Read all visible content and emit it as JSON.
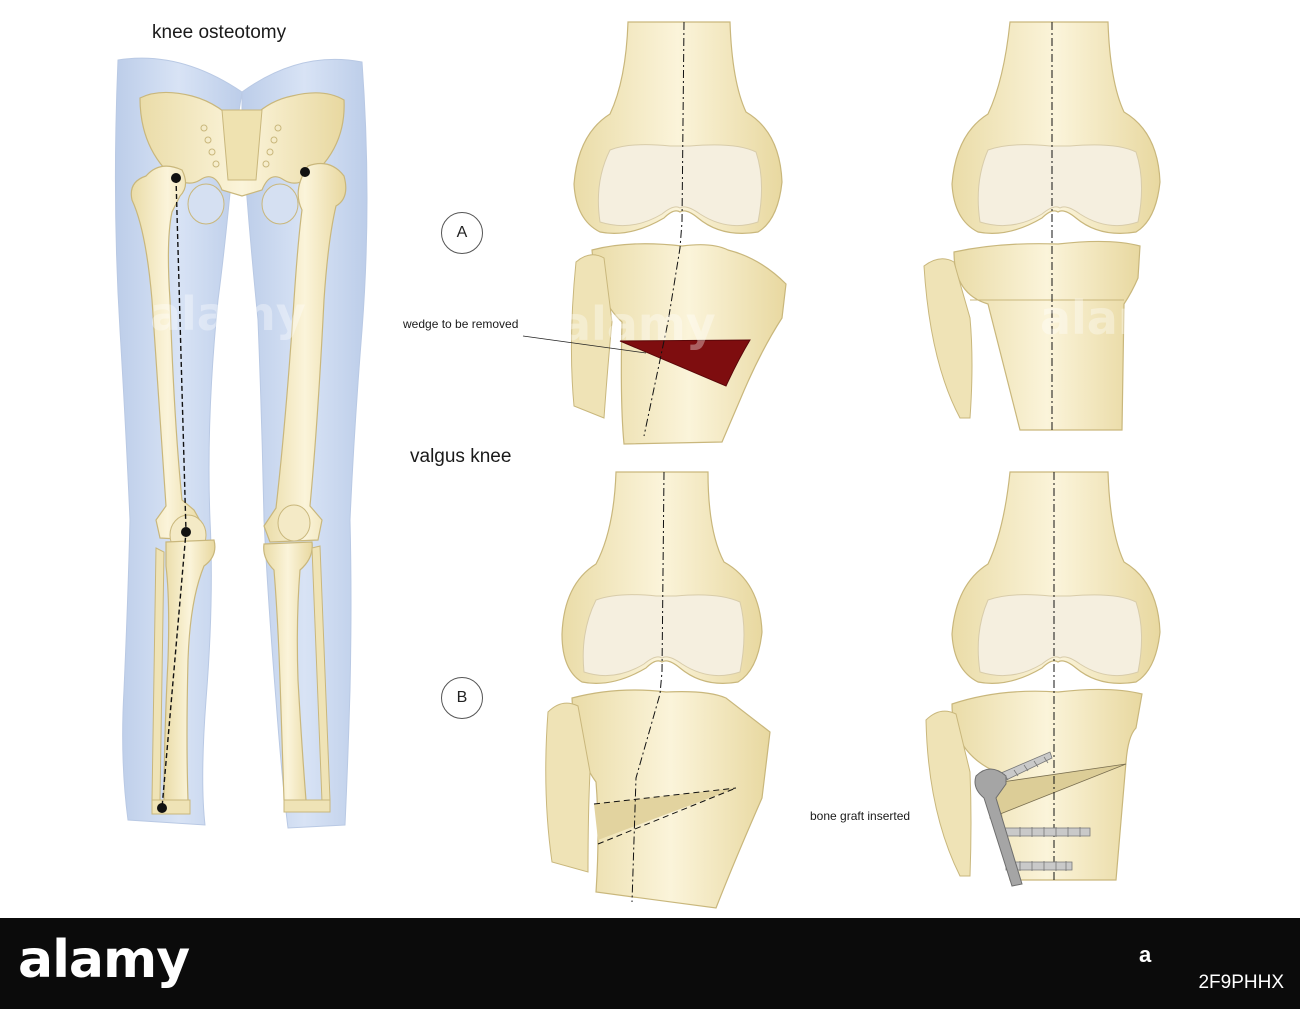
{
  "title": "knee osteotomy",
  "section_label": "valgus knee",
  "markers": {
    "a": "A",
    "b": "B"
  },
  "annotations": {
    "wedge": "wedge to be removed",
    "graft": "bone graft inserted"
  },
  "watermark": "alamy",
  "footer": {
    "logo": "alamy",
    "watermark_small": "a",
    "image_id": "2F9PHHX"
  },
  "colors": {
    "bone": "#f1e5b8",
    "bone_light": "#f8f0d2",
    "bone_edge": "#c9b77c",
    "cartilage": "#f4efe3",
    "leg_silhouette": "#c9d7ef",
    "wedge": "#7e0d0f",
    "graft": "#e4d6a6",
    "plate": "#9a9a9a",
    "footer_bg": "#0b0b0b"
  }
}
